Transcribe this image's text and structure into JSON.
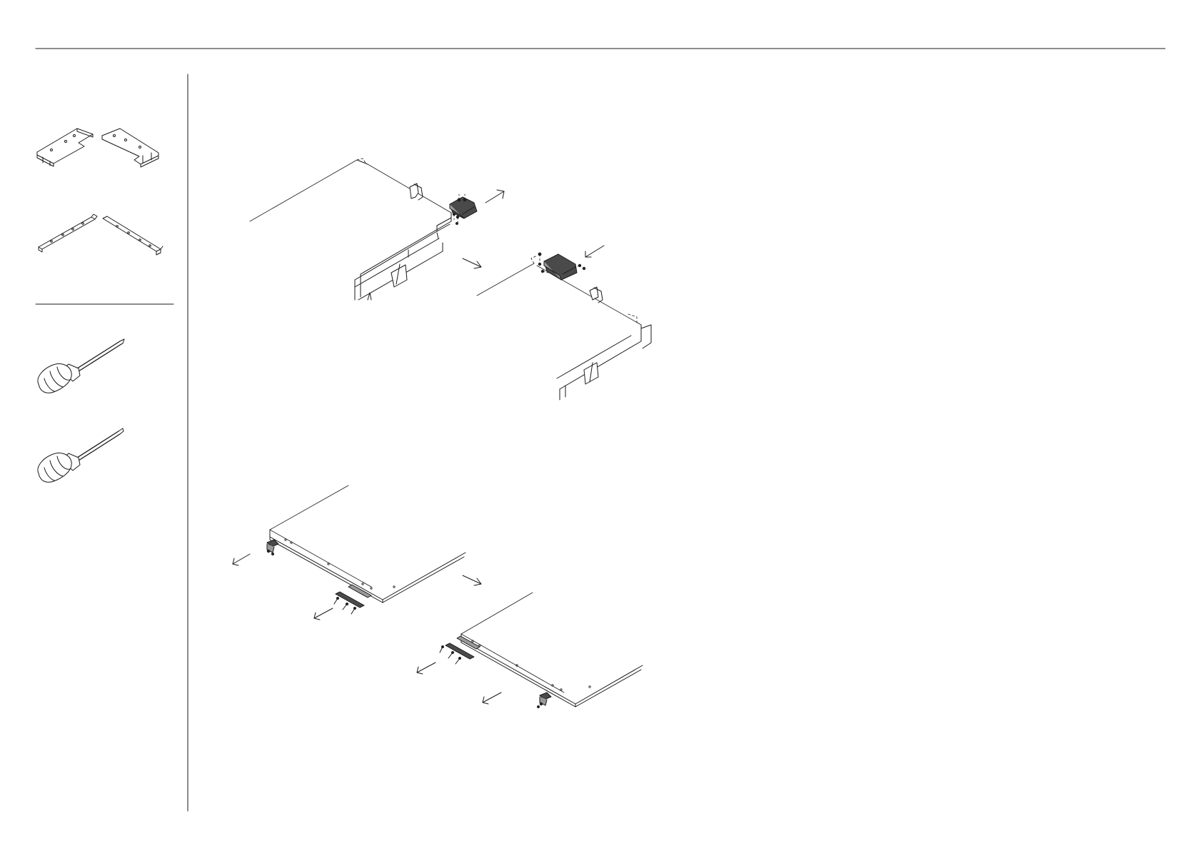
{
  "document": {
    "kind": "assembly-instructions-page",
    "sidebar": {
      "parts": [
        "corner-bracket-pair",
        "flat-rail-pair"
      ],
      "tools": [
        "phillips-screwdriver",
        "flat-screwdriver"
      ]
    },
    "steps": [
      {
        "id": "step-brackets",
        "description": ""
      },
      {
        "id": "step-rails",
        "description": ""
      }
    ]
  },
  "colors": {
    "ink": "#1a1a1a",
    "part_shade": "#4a4a4a",
    "background": "#ffffff"
  }
}
